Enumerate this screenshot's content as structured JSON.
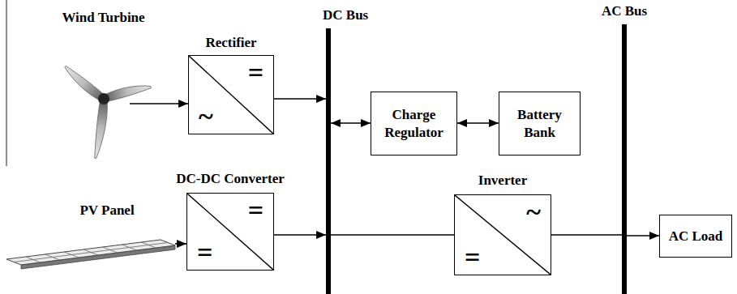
{
  "diagram": {
    "nodes": [
      {
        "text": [
          "Wind Turbine"
        ]
      },
      {
        "text": [
          "Rectifier",
          "=",
          "~"
        ]
      },
      {
        "text": [
          "DC Bus"
        ]
      },
      {
        "text": [
          "Charge Regulator"
        ]
      },
      {
        "text": [
          "Battery Bank"
        ]
      },
      {
        "text": [
          "AC Bus"
        ]
      },
      {
        "text": [
          "PV Panel"
        ]
      },
      {
        "text": [
          "DC-DC Converter",
          "=",
          "="
        ]
      },
      {
        "text": [
          "Inverter",
          "~",
          "="
        ]
      },
      {
        "text": [
          "AC Load"
        ]
      }
    ],
    "edges": [
      {
        "from": 0,
        "to": 1,
        "arrow": "to"
      },
      {
        "from": 1,
        "to": 2,
        "arrow": "to"
      },
      {
        "from": 2,
        "to": 3,
        "arrow": "both"
      },
      {
        "from": 3,
        "to": 4,
        "arrow": "both"
      },
      {
        "from": 6,
        "to": 7,
        "arrow": "to"
      },
      {
        "from": 7,
        "to": 2,
        "arrow": "to"
      },
      {
        "from": 2,
        "to": 8,
        "arrow": "none"
      },
      {
        "from": 8,
        "to": 5,
        "arrow": "none"
      },
      {
        "from": 5,
        "to": 9,
        "arrow": "to"
      }
    ]
  }
}
